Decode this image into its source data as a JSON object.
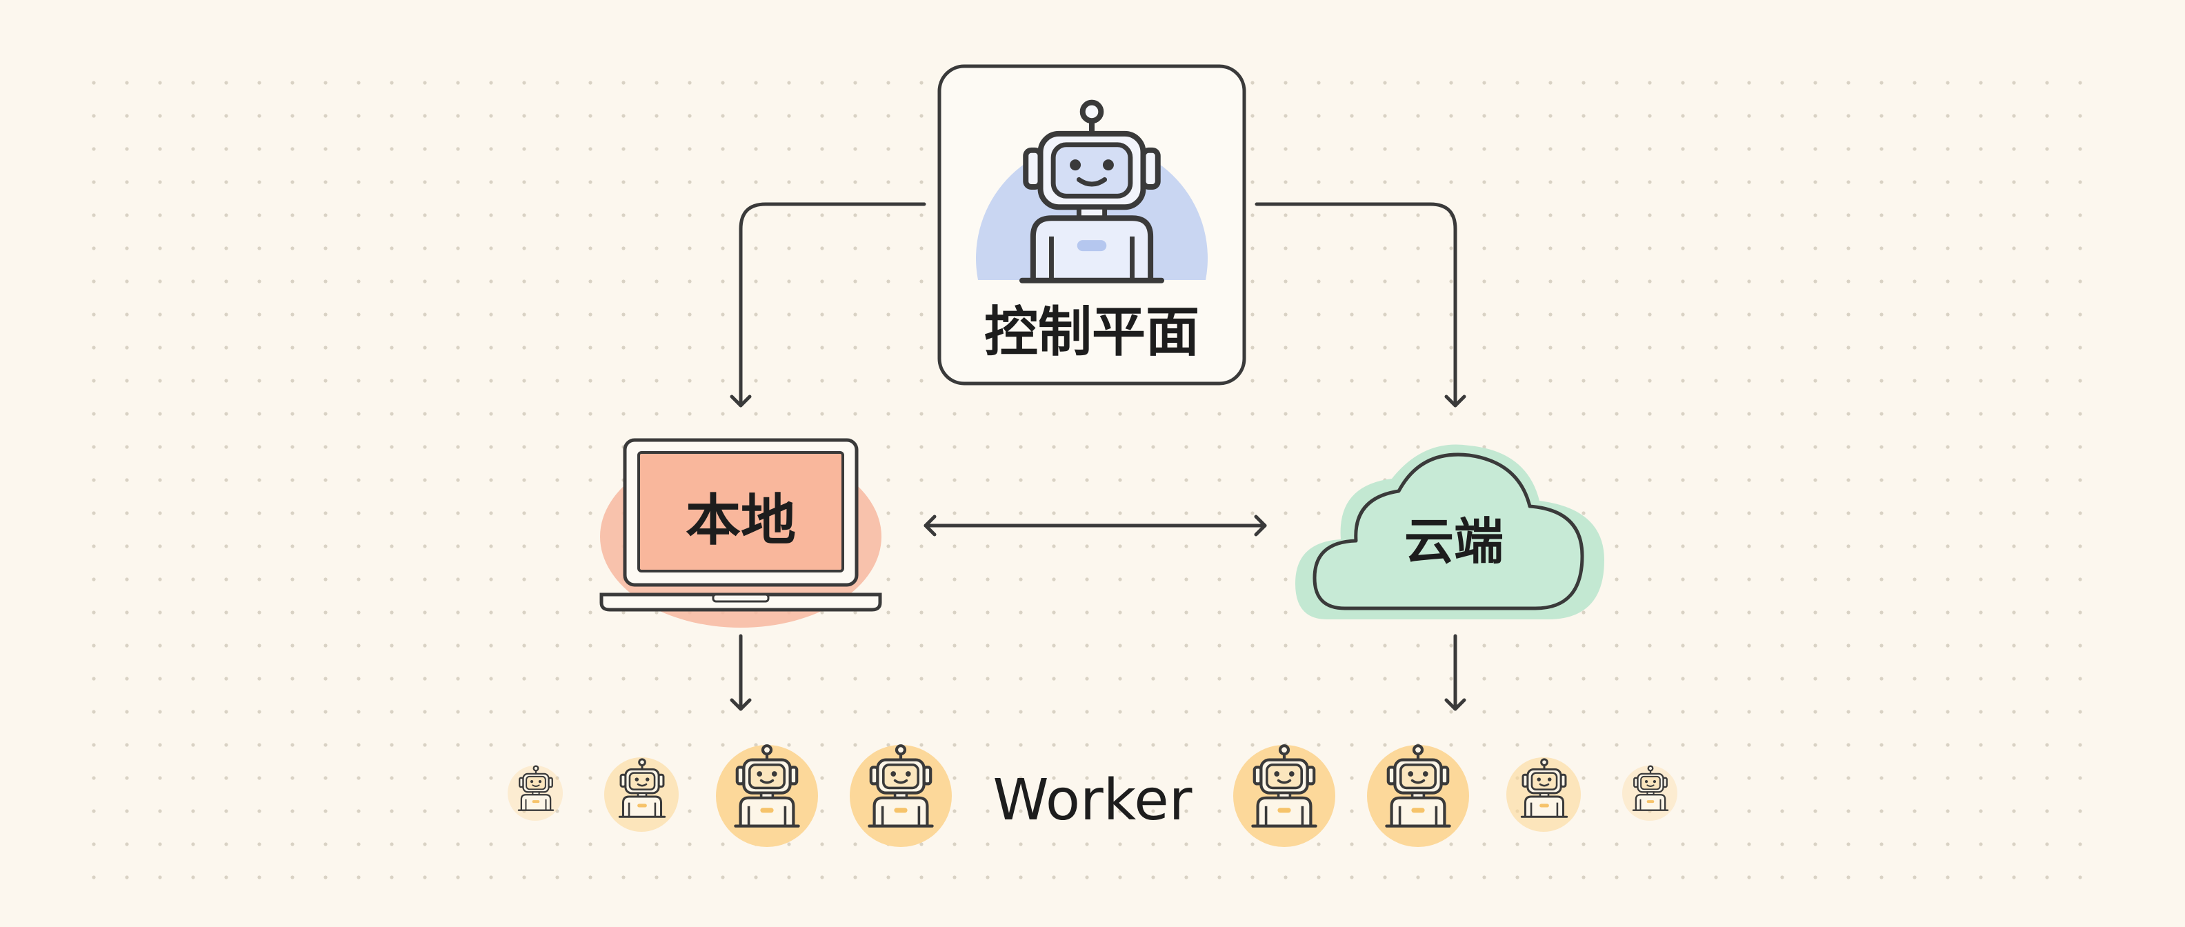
{
  "control_plane": {
    "label": "控制平面",
    "accent": "#c9d6f2"
  },
  "local": {
    "label": "本地",
    "accent": "#f7b8a0"
  },
  "cloud": {
    "label": "云端",
    "accent": "#c3e8d2"
  },
  "workers": {
    "label": "Worker",
    "accent": "#fcd89a"
  },
  "colors": {
    "background": "#fcf7ee",
    "dot": "#d9d2c4",
    "stroke": "#3a3a3a",
    "robot_fill": "#fdf6e8"
  }
}
